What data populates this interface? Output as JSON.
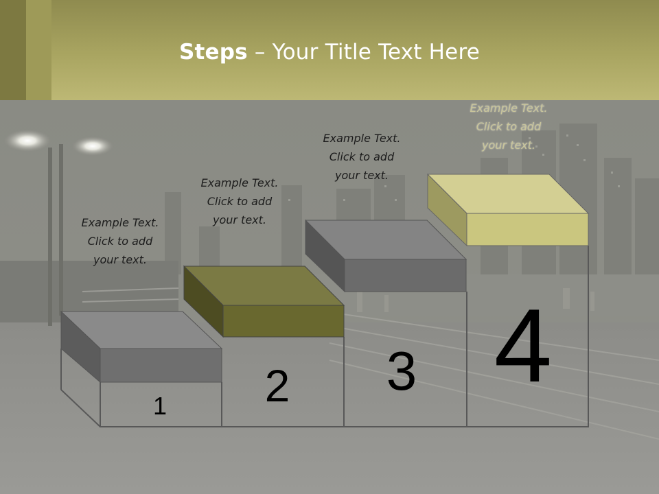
{
  "title": {
    "bold": "Steps",
    "rest": " – Your Title Text Here"
  },
  "colors": {
    "band": "#b3ae6a",
    "step_gray": "#6f6f6f",
    "step_olive": "#69682f",
    "step_yellow": "#d3cf93",
    "outline": "#585858"
  },
  "steps": [
    {
      "number": "1",
      "text": [
        "Example Text.",
        "Click  to add",
        "your text."
      ]
    },
    {
      "number": "2",
      "text": [
        "Example Text.",
        "Click  to add",
        "your text."
      ]
    },
    {
      "number": "3",
      "text": [
        "Example Text.",
        "Click  to add",
        "your text."
      ]
    },
    {
      "number": "4",
      "text": [
        "Example Text.",
        "Click  to add",
        "your text."
      ]
    }
  ]
}
